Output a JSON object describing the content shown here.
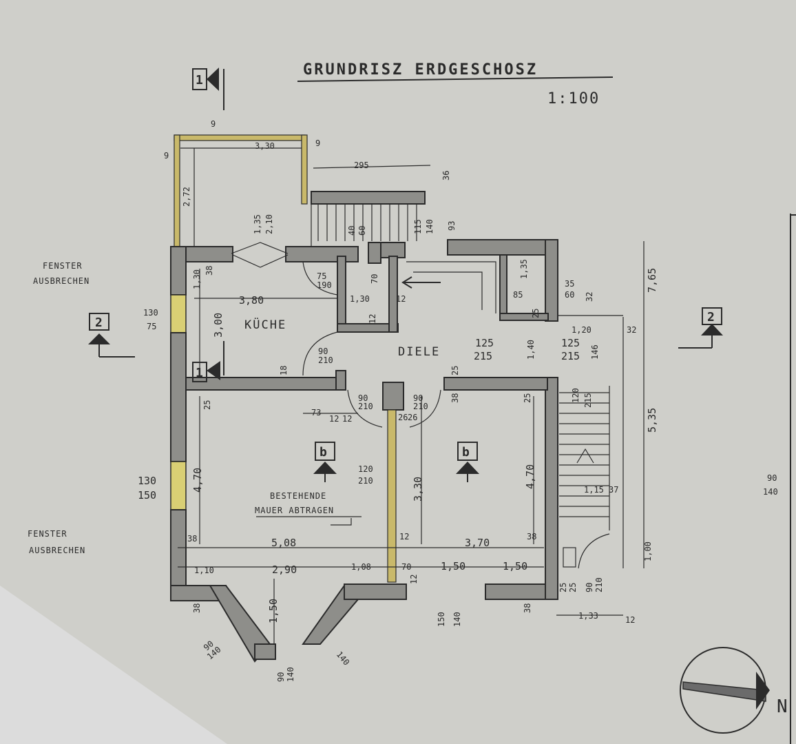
{
  "title": "GRUNDRISZ  ERDGESCHOSZ",
  "scale": "1:100",
  "rooms": {
    "kitchen": "KÜCHE",
    "hall": "DIELE"
  },
  "notes": {
    "window_upper": [
      "FENSTER",
      "AUSBRECHEN"
    ],
    "window_lower": [
      "FENSTER",
      "AUSBRECHEN"
    ],
    "wall_remove": [
      "BESTEHENDE",
      "MAUER ABTRAGEN"
    ]
  },
  "section_marks": {
    "left_2": "2",
    "right_2": "2",
    "top_1": "1",
    "mid_1": "1",
    "room_b1": "b",
    "room_b2": "b"
  },
  "dimensions": {
    "porch_width": "3,30",
    "porch_depth": "2,72",
    "porch_edge_left": "9",
    "porch_edge_right": "9",
    "porch_edge_top": "9",
    "stair_top_width": "295",
    "stair_top_36": "36",
    "door_kitchen_top": "1,35",
    "door_kitchen_top_h": "2,10",
    "stair_40": "40",
    "stair_60": "60",
    "stair_115": "115",
    "stair_140": "140",
    "stair_93": "93",
    "kitchen_38": "38",
    "kitchen_130_v": "1,30",
    "kitchen_width": "3,80",
    "kitchen_depth": "3,00",
    "win_left_w": "130",
    "win_left_h": "75",
    "door_75": "75",
    "door_190": "190",
    "wc_70": "70",
    "wc_130": "1,30",
    "wc_12a": "12",
    "wc_12b": "12",
    "hall_door_90": "90",
    "hall_door_210": "210",
    "closet_135": "1,35",
    "closet_85": "85",
    "right_35": "35",
    "right_60": "60",
    "right_32a": "32",
    "right_25": "25",
    "right_120": "1,20",
    "right_32b": "32",
    "door_125a": "125",
    "door_215a": "215",
    "door_140": "1,40",
    "door_125b": "125",
    "door_215b": "215",
    "door_146": "146",
    "right_765": "7,65",
    "right_535": "5,35",
    "left_18": "18",
    "d90a": "90",
    "d210a": "210",
    "d90b": "90",
    "d210b": "210",
    "d25": "25",
    "d38": "38",
    "d73": "73",
    "d12a": "12",
    "d12b": "12",
    "d26a": "26",
    "d26b": "26",
    "d25r": "25",
    "d25l": "25",
    "stair_120": "120",
    "stair_215": "215",
    "win_mid_w": "130",
    "win_mid_h": "150",
    "room_left_h": "4,70",
    "door_mid_120": "120",
    "door_mid_210": "210",
    "room_mid_h": "3,30",
    "room_right_h": "4,70",
    "stair_115b": "1,15",
    "stair_37": "37",
    "d38_left": "38",
    "room_left_w": "5,08",
    "d12_mid": "12",
    "room_right_w": "3,70",
    "d38_right": "38",
    "bay_110": "1,10",
    "bay_290": "2,90",
    "bay_108": "1,08",
    "bay_70": "70",
    "bay_150a": "1,50",
    "bay_150b": "1,50",
    "bay_12": "12",
    "bay_38": "38",
    "bay_150v": "1,50",
    "bay_90": "90",
    "bay_140": "140",
    "bay_90b": "90",
    "bay_140b": "140",
    "bay_140c": "140",
    "bay_150c": "150",
    "bay_140d": "140",
    "d38b": "38",
    "d25b": "25",
    "d25c": "25",
    "d90c": "90",
    "d210c": "210",
    "right_133": "1,33",
    "right_12": "12",
    "right_100": "1,00",
    "far_90": "90",
    "far_140": "140",
    "north": "N"
  },
  "colors": {
    "paper": "#cfcfca",
    "wall": "#8e8e8a",
    "window": "#d9cf74",
    "ink": "#2a2a2a"
  }
}
